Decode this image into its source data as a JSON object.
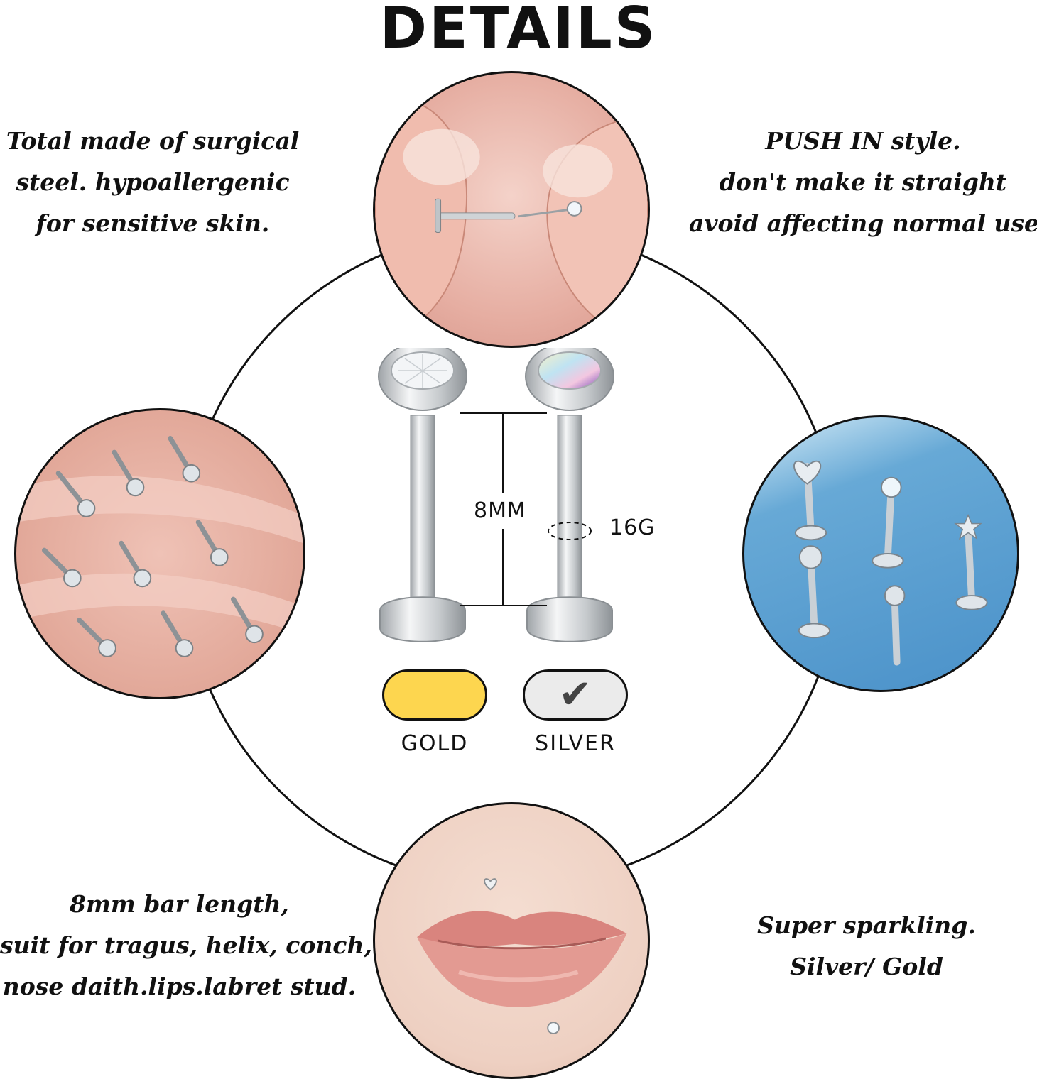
{
  "title": "DETAILS",
  "callouts": {
    "top_left": [
      "Total made of surgical",
      "steel. hypoallergenic",
      "for sensitive skin."
    ],
    "top_right": [
      "PUSH IN style.",
      "don't make it straight",
      "avoid affecting normal use"
    ],
    "bottom_left": [
      "8mm bar length,",
      "suit for tragus, helix, conch,",
      "nose daith.lips.labret stud."
    ],
    "bottom_right": [
      "Super sparkling.",
      "Silver/ Gold"
    ]
  },
  "diagram": {
    "bar_length_label": "8MM",
    "gauge_label": "16G"
  },
  "colors": {
    "options": [
      {
        "label": "GOLD",
        "hex": "#fdd64f",
        "selected": false
      },
      {
        "label": "SILVER",
        "hex": "#ebebeb",
        "selected": true,
        "icon": "check-icon"
      }
    ]
  }
}
